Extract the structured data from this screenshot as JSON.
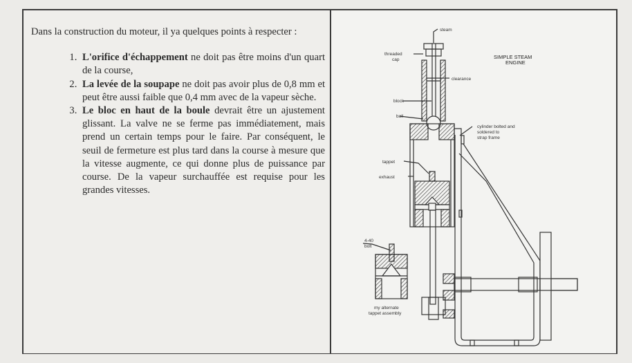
{
  "text": {
    "intro": "Dans la construction du moteur, il ya quelques points à respecter :",
    "items": [
      {
        "number": "1.",
        "bold": "L'orifice d'échappement",
        "rest": " ne doit pas être moins d'un quart de la course,"
      },
      {
        "number": "2.",
        "bold": "La levée de la soupape",
        "rest": " ne doit pas avoir plus de 0,8 mm et peut être aussi faible que 0,4 mm avec de la vapeur sèche."
      },
      {
        "number": "3.",
        "bold": "Le bloc en haut de la boule",
        "rest": " devrait être un ajustement glissant. La valve ne se ferme pas immédiatement, mais prend un certain temps pour le faire. Par conséquent, le seuil de fermeture est plus tard dans la course à mesure que la vitesse augmente, ce qui donne plus de puissance par course. De la vapeur surchauffée est requise pour les grandes vitesses."
      }
    ]
  },
  "diagram": {
    "title_line1": "SIMPLE STEAM",
    "title_line2": "ENGINE",
    "labels": {
      "steam": "steam",
      "threaded_cap_1": "threaded",
      "threaded_cap_2": "cap",
      "clearance": "clearance",
      "block": "block",
      "ball": "ball",
      "cylinder_1": "cylinder bolted and",
      "cylinder_2": "soldered to",
      "cylinder_3": "strap frame",
      "tappet": "tappet",
      "exhaust": "exhaust",
      "bolt_1": "4-40",
      "bolt_2": "bolt",
      "alt_1": "my alternate",
      "alt_2": "tappet assembly"
    }
  }
}
